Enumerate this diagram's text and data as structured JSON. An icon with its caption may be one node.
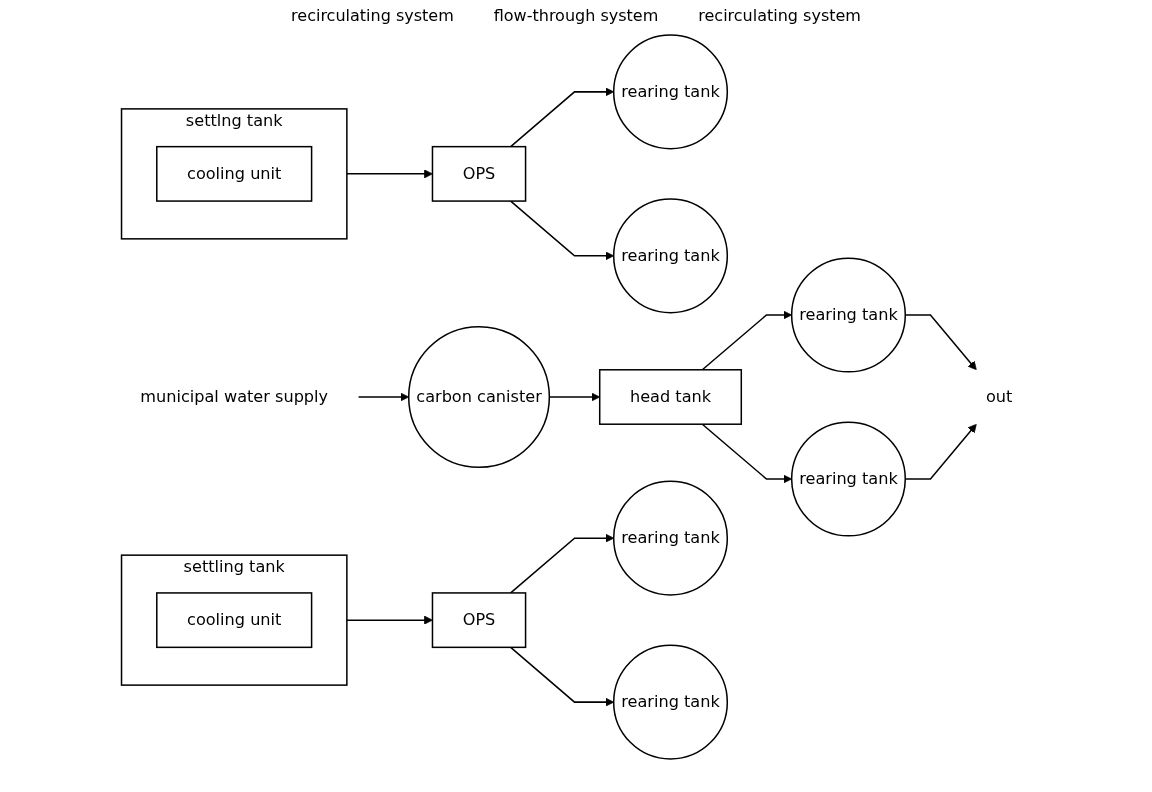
{
  "diagram": {
    "nodes": [
      {
        "text": [
          "OPS"
        ]
      },
      {
        "text": [
          "settlng tank"
        ]
      },
      {
        "text": [
          "cooling unit"
        ],
        "in": 1
      },
      {
        "text": [
          "rearing tank"
        ]
      },
      {
        "text": [
          "rearing tank"
        ]
      },
      {
        "text": [
          "rearing tank"
        ]
      },
      {
        "text": [
          "rearing tank"
        ]
      },
      {
        "text": [
          "head tank"
        ]
      },
      {
        "text": [
          "out"
        ]
      },
      {
        "text": [
          "carbon canister"
        ]
      },
      {
        "text": [
          "municipal water supply"
        ]
      },
      {
        "text": [
          "OPS"
        ]
      },
      {
        "text": [
          "settling tank"
        ]
      },
      {
        "text": [
          "cooling unit"
        ],
        "in": 12
      },
      {
        "text": [
          "rearing tank"
        ]
      },
      {
        "text": [
          "rearing tank"
        ]
      }
    ],
    "edges": [
      {
        "from": 1,
        "to": 0,
        "arrow": "to"
      },
      {
        "from": 0,
        "to": 3,
        "arrow": "to"
      },
      {
        "from": 0,
        "to": 4,
        "arrow": "to"
      },
      {
        "from": 7,
        "to": 5,
        "arrow": "to"
      },
      {
        "from": 7,
        "to": 6,
        "arrow": "to"
      },
      {
        "from": 5,
        "to": 8,
        "arrow": "to"
      },
      {
        "from": 6,
        "to": 8,
        "arrow": "to"
      },
      {
        "from": 9,
        "to": 7,
        "arrow": "to"
      },
      {
        "from": 10,
        "to": 9,
        "arrow": "to"
      },
      {
        "from": 12,
        "to": 11,
        "arrow": "to"
      },
      {
        "from": 11,
        "to": 14,
        "arrow": "to"
      },
      {
        "from": 11,
        "to": 15,
        "arrow": "to"
      }
    ],
    "labels": [
      "recirculating system",
      "flow-through system",
      "recirculating system"
    ]
  }
}
